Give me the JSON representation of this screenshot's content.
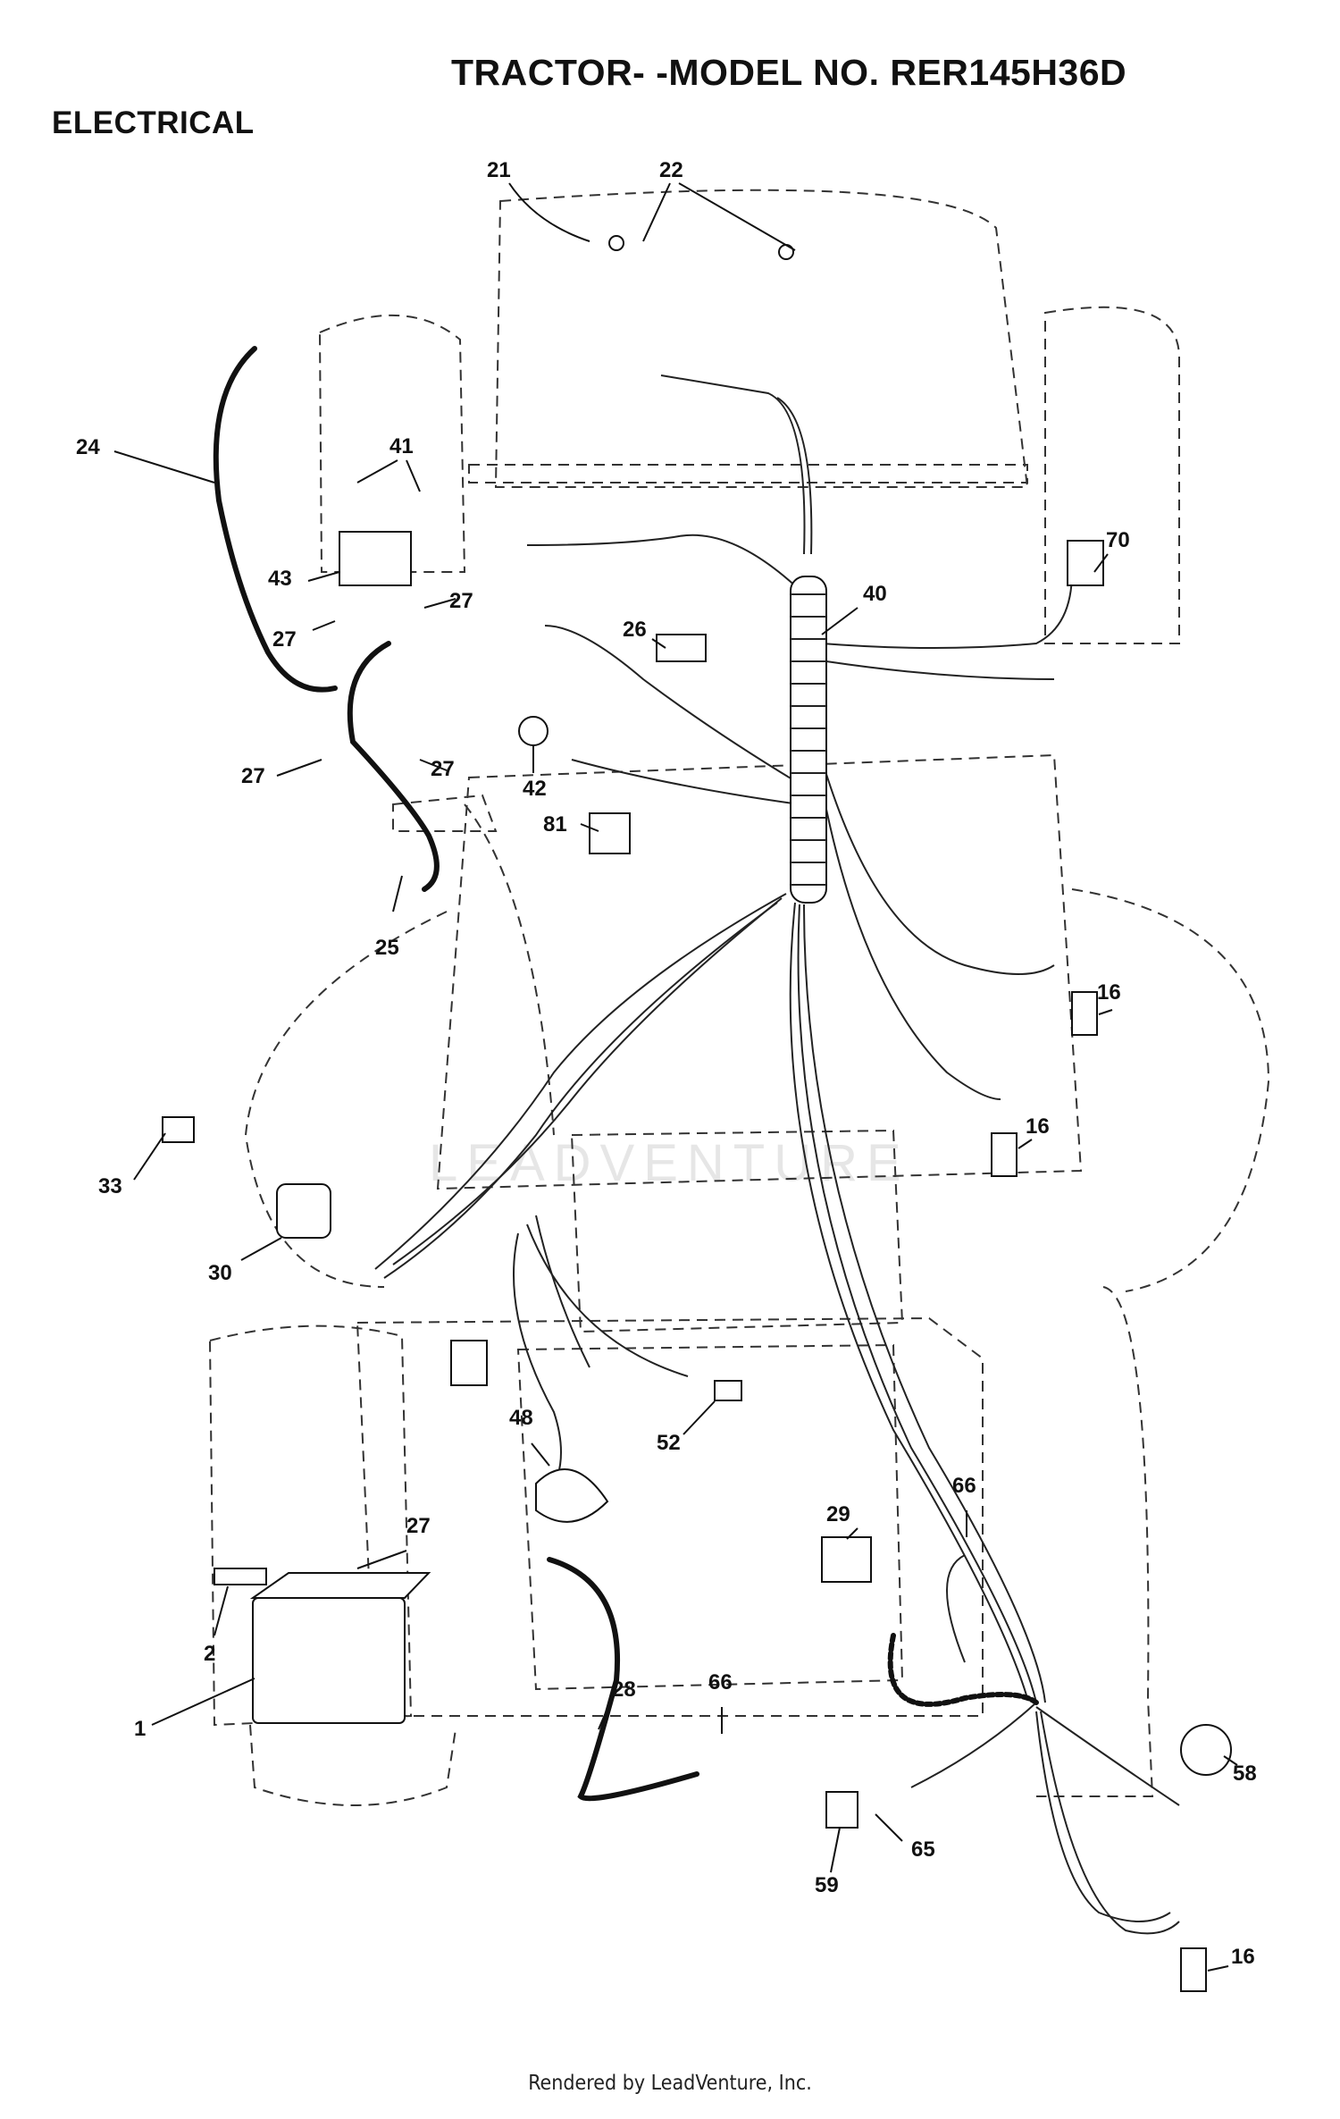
{
  "header": {
    "model_title": "TRACTOR- -MODEL NO. RER145H36D",
    "section_title": "ELECTRICAL"
  },
  "watermark": "LEADVENTURE",
  "footer": "Rendered by LeadVenture, Inc.",
  "callouts": [
    "21",
    "22",
    "24",
    "41",
    "43",
    "27",
    "27",
    "27",
    "27",
    "25",
    "42",
    "26",
    "40",
    "70",
    "81",
    "16",
    "16",
    "33",
    "30",
    "48",
    "52",
    "29",
    "66",
    "27",
    "2",
    "1",
    "28",
    "66",
    "58",
    "65",
    "59",
    "16"
  ]
}
